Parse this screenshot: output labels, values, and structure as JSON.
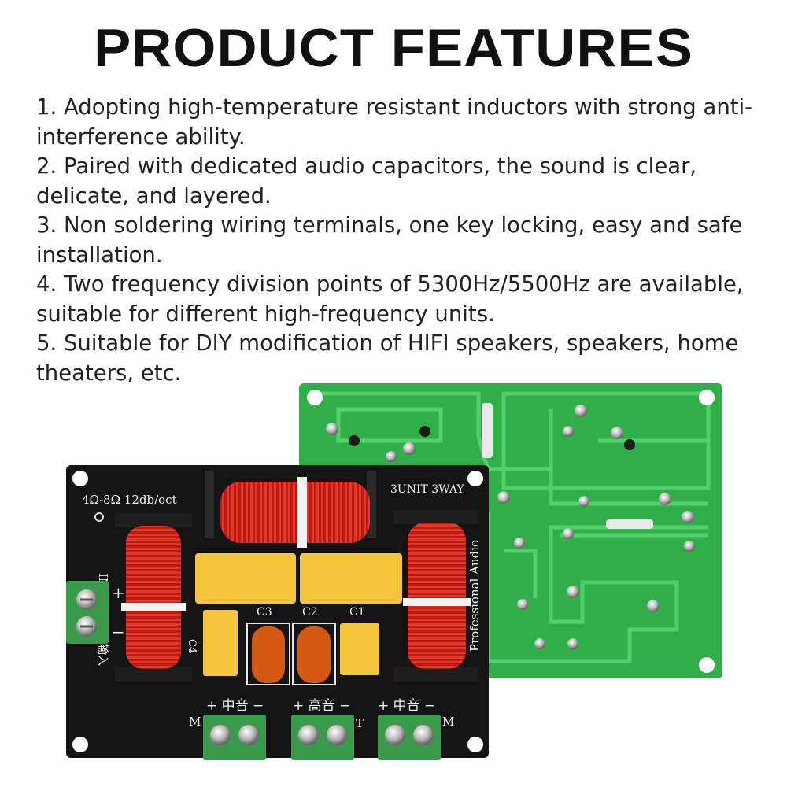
{
  "title": "PRODUCT FEATURES",
  "features": [
    "1. Adopting high-temperature resistant inductors with strong anti-interference ability.",
    "2. Paired with dedicated audio capacitors, the sound is clear, delicate, and layered.",
    "3. Non soldering wiring terminals, one key locking, easy and safe installation.",
    "4. Two frequency division points of 5300Hz/5500Hz are available, suitable for different high-frequency units.",
    "5. Suitable for DIY modification of HIFI speakers, speakers, home theaters, etc."
  ],
  "board": {
    "spec_label": "4Ω-8Ω 12db/oct",
    "unit_label": "3UNIT 3WAY",
    "brand_label": "Professional Audio",
    "input_label": "IN",
    "input_cn_label": "输入",
    "cap_labels": [
      "C4",
      "C3",
      "C2",
      "C1"
    ],
    "mid_left_label": "+ 中音 −",
    "high_label": "+ 高音 −",
    "mid_right_label": "+ 中音 −",
    "m_left": "M",
    "t_label": "T",
    "m_right": "M",
    "plus": "+",
    "minus": "−",
    "colors": {
      "pcb_black": "#141414",
      "pcb_green": "#2fae4a",
      "coil_copper": "#c4241b",
      "capacitor_yellow": "#f5c53c",
      "capacitor_orange": "#d35a12",
      "terminal_green": "#3a9a4c"
    }
  }
}
